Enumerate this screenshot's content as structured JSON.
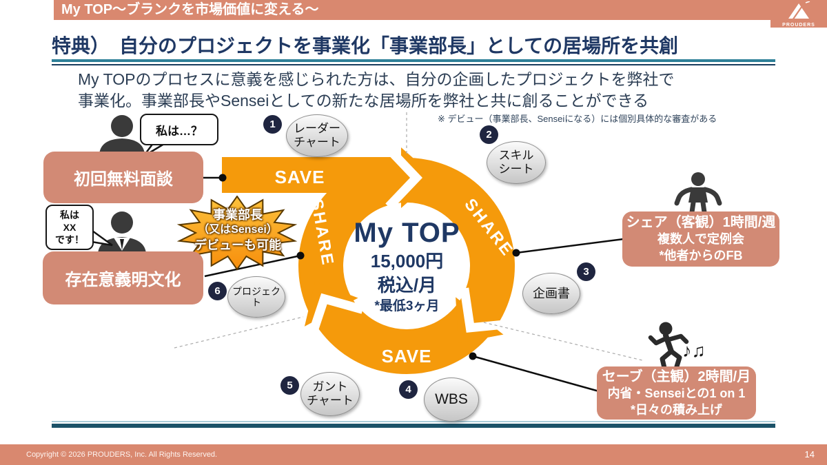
{
  "header": {
    "banner": "My TOP〜ブランクを市場価値に変える〜",
    "logo_text": "PROUDERS"
  },
  "title": "特典）　自分のプロジェクトを事業化「事業部長」としての居場所を共創",
  "lead": {
    "line1": "My TOPのプロセスに意義を感じられた方は、自分の企画したプロジェクトを弊社で",
    "line2": "事業化。事業部長やSenseiとしての新たな居場所を弊社と共に創ることができる"
  },
  "note": "※ デビュー（事業部長、Senseiになる）には個別具体的な審査がある",
  "left_flow": {
    "bubble_question": "私は…？",
    "bubble_answer": "私は\nXX\nです！",
    "box_first_meeting": "初回無料面談",
    "box_purpose": "存在意義明文化"
  },
  "starburst": {
    "line1": "事業部長",
    "line2": "（又はSensei）",
    "line3": "デビューも可能"
  },
  "cycle": {
    "center_title": "My TOP",
    "center_price": "15,000円",
    "center_tax": "税込/月",
    "center_min": "*最低3ヶ月",
    "label_band_save": "SAVE",
    "label_share_left": "SHARE",
    "label_share_right": "SHARE",
    "label_save_bottom": "SAVE"
  },
  "steps": [
    {
      "num": "1",
      "label": "レーダー\nチャート"
    },
    {
      "num": "2",
      "label": "スキル\nシート"
    },
    {
      "num": "3",
      "label": "企画書"
    },
    {
      "num": "4",
      "label": "WBS"
    },
    {
      "num": "5",
      "label": "ガント\nチャート"
    },
    {
      "num": "6",
      "label": "プロジェクト"
    }
  ],
  "right_flow": {
    "share_box": {
      "line1": "シェア（客観）1時間/週",
      "line2": "複数人で定例会",
      "line3": "*他者からのFB"
    },
    "save_box": {
      "line1": "セーブ（主観）2時間/月",
      "line2": "内省・Senseiとの1 on 1",
      "line3": "*日々の積み上げ"
    },
    "music_note": "♪♫"
  },
  "footer": {
    "copyright": "Copyright © 2026 PROUDERS, Inc.  All Rights Reserved.",
    "page": "14"
  },
  "colors": {
    "salmon": "#D9886F",
    "box_salmon": "#D28A75",
    "orange": "#F59A0B",
    "navy": "#1F3864",
    "teal_rule": "#2E8098",
    "dark_rule": "#1B5268"
  }
}
